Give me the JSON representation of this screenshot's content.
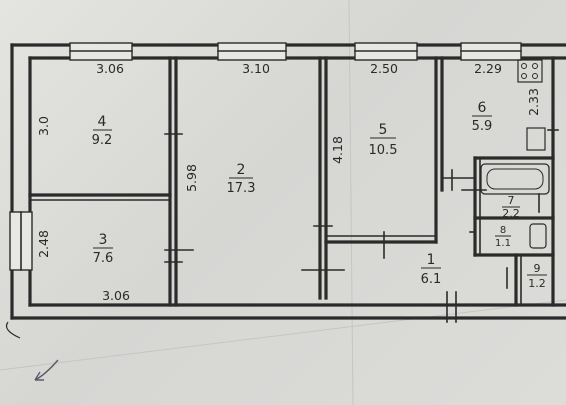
{
  "rooms": [
    {
      "id": "room-4",
      "number": "4",
      "area": "9.2"
    },
    {
      "id": "room-2",
      "number": "2",
      "area": "17.3"
    },
    {
      "id": "room-3",
      "number": "3",
      "area": "7.6"
    },
    {
      "id": "room-5",
      "number": "5",
      "area": "10.5"
    },
    {
      "id": "room-6",
      "number": "6",
      "area": "5.9"
    },
    {
      "id": "room-1",
      "number": "1",
      "area": "6.1"
    },
    {
      "id": "room-7",
      "number": "7",
      "area": "2.2"
    },
    {
      "id": "room-8",
      "number": "8",
      "area": "1.1"
    },
    {
      "id": "room-9",
      "number": "9",
      "area": "1.2"
    }
  ],
  "dimensions": {
    "top_room4": "3.06",
    "top_room2": "3.10",
    "top_room5": "2.50",
    "top_room6": "2.29",
    "bottom_room3": "3.06",
    "side_room4": "3.0",
    "side_room3": "2.48",
    "side_room2": "5.98",
    "side_room5": "4.18",
    "side_room6": "2.33"
  }
}
